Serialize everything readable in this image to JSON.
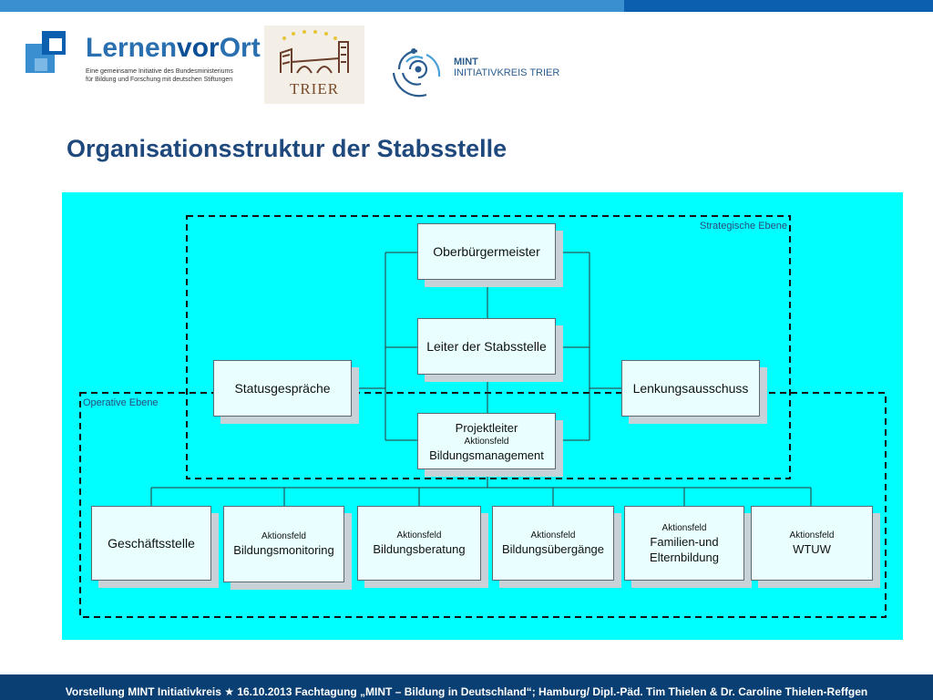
{
  "header": {
    "logo_lvo": {
      "name_main": "Lernen",
      "name_sub": "vor",
      "name_end": "Ort",
      "tagline_1": "Eine gemeinsame Initiative des Bundesministeriums",
      "tagline_2": "für Bildung und Forschung mit deutschen Stiftungen"
    },
    "logo_trier": {
      "word": "TRIER"
    },
    "logo_mint": {
      "line1": "MINT",
      "line2": "INITIATIVKREIS TRIER"
    }
  },
  "title": "Organisationsstruktur der Stabsstelle",
  "diagram": {
    "zones": {
      "strategic": "Strategische Ebene",
      "operative": "Operative Ebene"
    },
    "nodes": {
      "ob": "Oberbürgermeister",
      "leiter": "Leiter der Stabsstelle",
      "status": "Statusgespräche",
      "lenkung": "Lenkungsausschuss",
      "pl_1": "Projektleiter",
      "pl_2": "Aktionsfeld",
      "pl_3": "Bildungsmanagement",
      "gs": "Geschäftsstelle",
      "af1_1": "Aktionsfeld",
      "af1_2": "Bildungsmonitoring",
      "af2_1": "Aktionsfeld",
      "af2_2": "Bildungsberatung",
      "af3_1": "Aktionsfeld",
      "af3_2": "Bildungsübergänge",
      "af4_1": "Aktionsfeld",
      "af4_2": "Familien-und",
      "af4_3": "Elternbildung",
      "af5_1": "Aktionsfeld",
      "af5_2": "WTUW"
    }
  },
  "footer": "Vorstellung MINT Initiativkreis ★ 16.10.2013 Fachtagung „MINT – Bildung in Deutschland“; Hamburg/ Dipl.-Päd. Tim Thielen & Dr. Caroline Thielen-Reffgen",
  "colors": {
    "panel": "#00ffff",
    "title": "#1f497d",
    "footer": "#0a3f73",
    "topbar": "#3a8fd0"
  }
}
